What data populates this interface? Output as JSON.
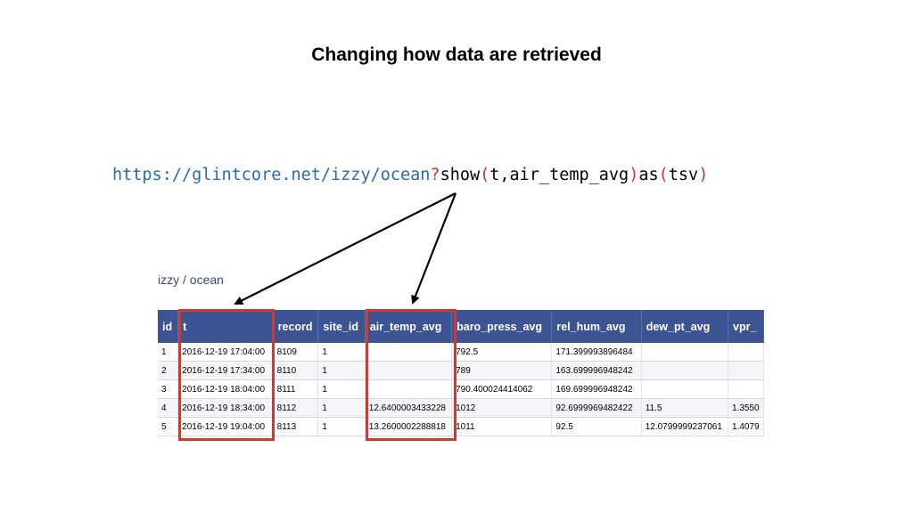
{
  "slide": {
    "title": "Changing how data are retrieved"
  },
  "url": {
    "base": "https://glintcore.net/izzy/ocean",
    "question": "?",
    "show_cmd": "show",
    "open_paren1": "(",
    "show_args": "t,air_temp_avg",
    "close_paren1": ")",
    "as_cmd": "as",
    "open_paren2": "(",
    "as_args": "tsv",
    "close_paren2": ")"
  },
  "breadcrumb": "izzy / ocean",
  "table": {
    "headers": [
      "id",
      "t",
      "record",
      "site_id",
      "air_temp_avg",
      "baro_press_avg",
      "rel_hum_avg",
      "dew_pt_avg",
      "vpr_"
    ],
    "rows": [
      [
        "1",
        "2016-12-19 17:04:00",
        "8109",
        "1",
        "",
        "792.5",
        "171.399993896484",
        "",
        ""
      ],
      [
        "2",
        "2016-12-19 17:34:00",
        "8110",
        "1",
        "",
        "789",
        "163.699996948242",
        "",
        ""
      ],
      [
        "3",
        "2016-12-19 18:04:00",
        "8111",
        "1",
        "",
        "790.400024414062",
        "169.699996948242",
        "",
        ""
      ],
      [
        "4",
        "2016-12-19 18:34:00",
        "8112",
        "1",
        "12.6400003433228",
        "1012",
        "92.6999969482422",
        "11.5",
        "1.3550"
      ],
      [
        "5",
        "2016-12-19 19:04:00",
        "8113",
        "1",
        "13.2600002288818",
        "1011",
        "92.5",
        "12.0799999237061",
        "1.4079"
      ]
    ]
  },
  "colors": {
    "header_bg": "#3c5493",
    "highlight": "#d03a2d",
    "url_base": "#2a6ab5",
    "url_paren": "#c0392b"
  }
}
